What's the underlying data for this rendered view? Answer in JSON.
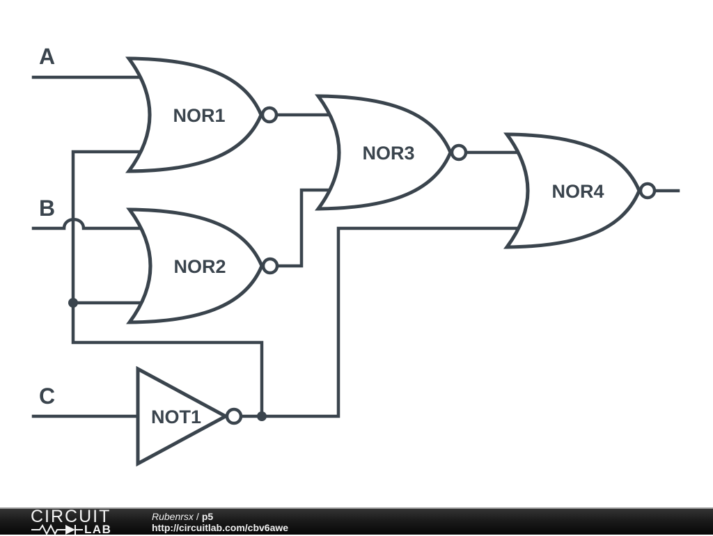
{
  "schematic": {
    "wire_color": "#3a444d",
    "background": "#ffffff",
    "input_labels": {
      "a": "A",
      "b": "B",
      "c": "C"
    },
    "gate_labels": {
      "nor1": "NOR1",
      "nor2": "NOR2",
      "nor3": "NOR3",
      "nor4": "NOR4",
      "not1": "NOT1"
    }
  },
  "footer": {
    "logo_line1": "CIRCUIT",
    "logo_line2": "LAB",
    "author": "Rubenrsx",
    "separator": "/",
    "project": "p5",
    "url": "http://circuitlab.com/cbv6awe"
  }
}
